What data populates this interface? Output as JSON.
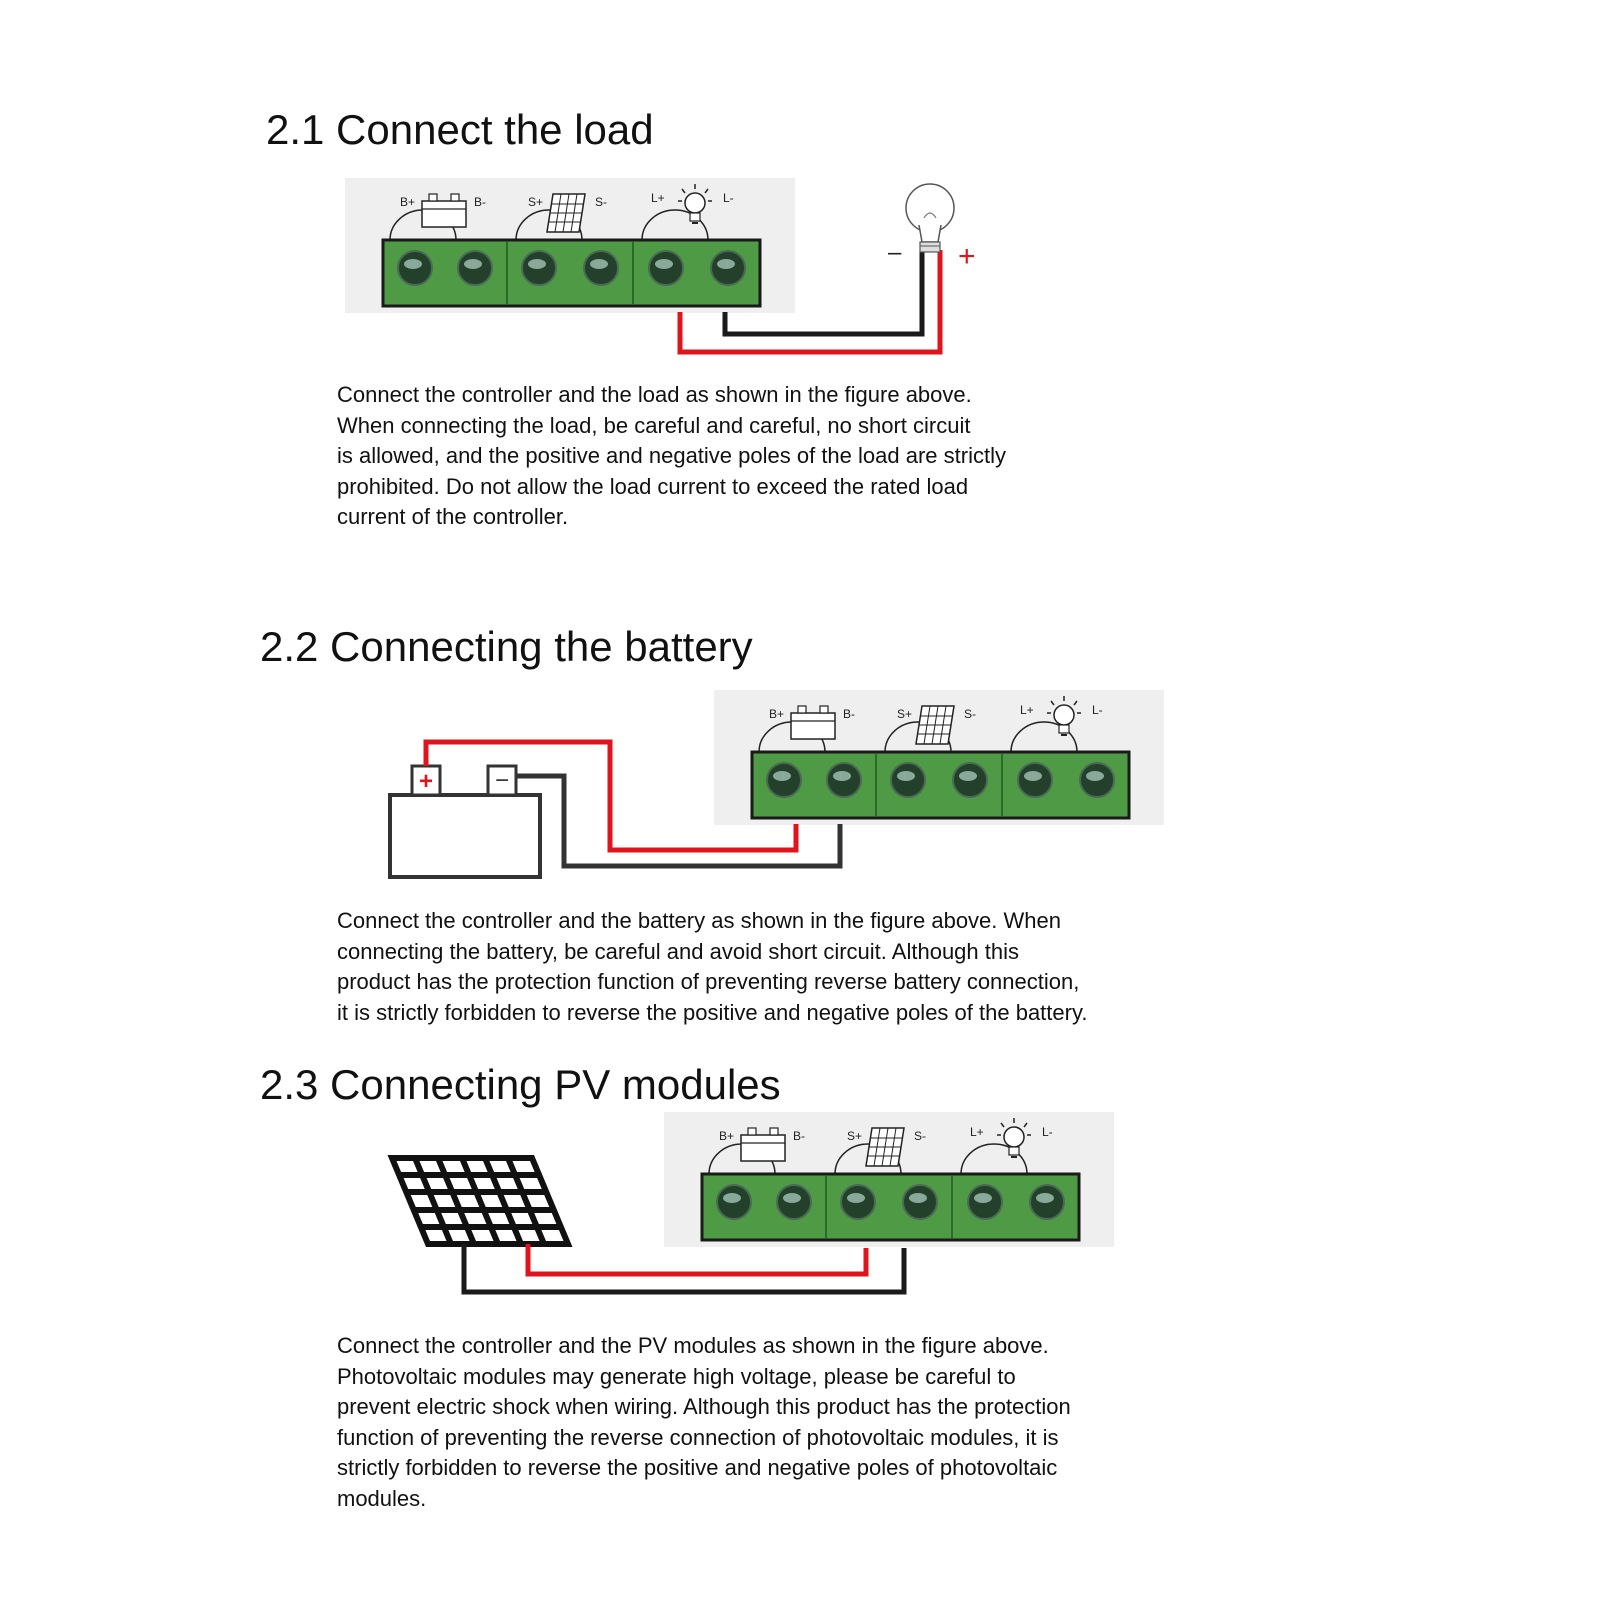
{
  "colors": {
    "terminal_green": "#4f9a45",
    "wire_red": "#e0141c",
    "wire_black": "#1a1a1a",
    "panel_bg": "#efefef"
  },
  "terminal_labels": {
    "battery_pos": "B+",
    "battery_neg": "B-",
    "solar_pos": "S+",
    "solar_neg": "S-",
    "load_pos": "L+",
    "load_neg": "L-"
  },
  "sections": [
    {
      "title": "2.1 Connect the load",
      "bulb_minus": "–",
      "bulb_plus": "+",
      "text": "Connect the controller and the load as shown in the figure above.\nWhen connecting the load, be careful and careful, no short circuit\nis allowed, and the positive and negative poles of the load are strictly\nprohibited. Do not allow the load current to exceed the rated load\ncurrent of the controller."
    },
    {
      "title": "2.2 Connecting the battery",
      "battery_plus": "+",
      "battery_minus": "−",
      "text": "Connect the controller and the battery as shown in the figure above. When\nconnecting the battery, be careful and avoid short circuit. Although this\nproduct has the protection function of preventing reverse battery connection,\nit is strictly forbidden to reverse the positive and negative poles of the battery."
    },
    {
      "title": "2.3 Connecting PV modules",
      "text": "Connect the controller and the PV modules as shown in the figure above.\nPhotovoltaic modules may generate high voltage, please be careful to\nprevent electric shock when wiring. Although this product has the protection\nfunction of preventing the reverse connection of photovoltaic modules, it is\nstrictly forbidden to reverse the positive and negative poles of photovoltaic\nmodules."
    }
  ]
}
